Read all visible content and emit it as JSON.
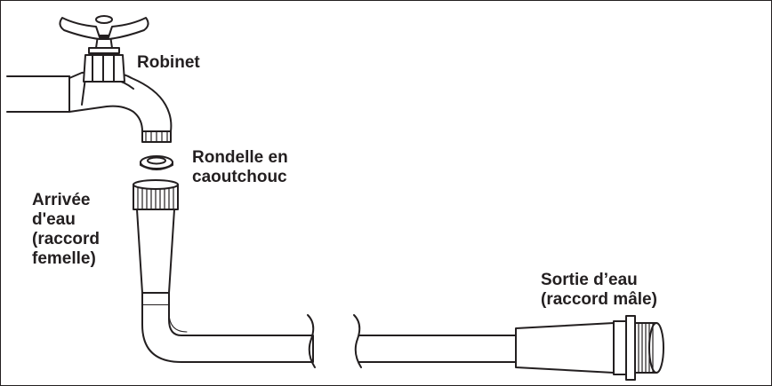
{
  "labels": {
    "faucet": "Robinet",
    "washer": [
      "Rondelle en",
      "caoutchouc"
    ],
    "inlet": [
      "Arrivée",
      "d'eau",
      "(raccord",
      "femelle)"
    ],
    "outlet": [
      "Sortie d’eau",
      "(raccord mâle)"
    ]
  },
  "colors": {
    "line": "#231f20",
    "background": "#ffffff"
  }
}
